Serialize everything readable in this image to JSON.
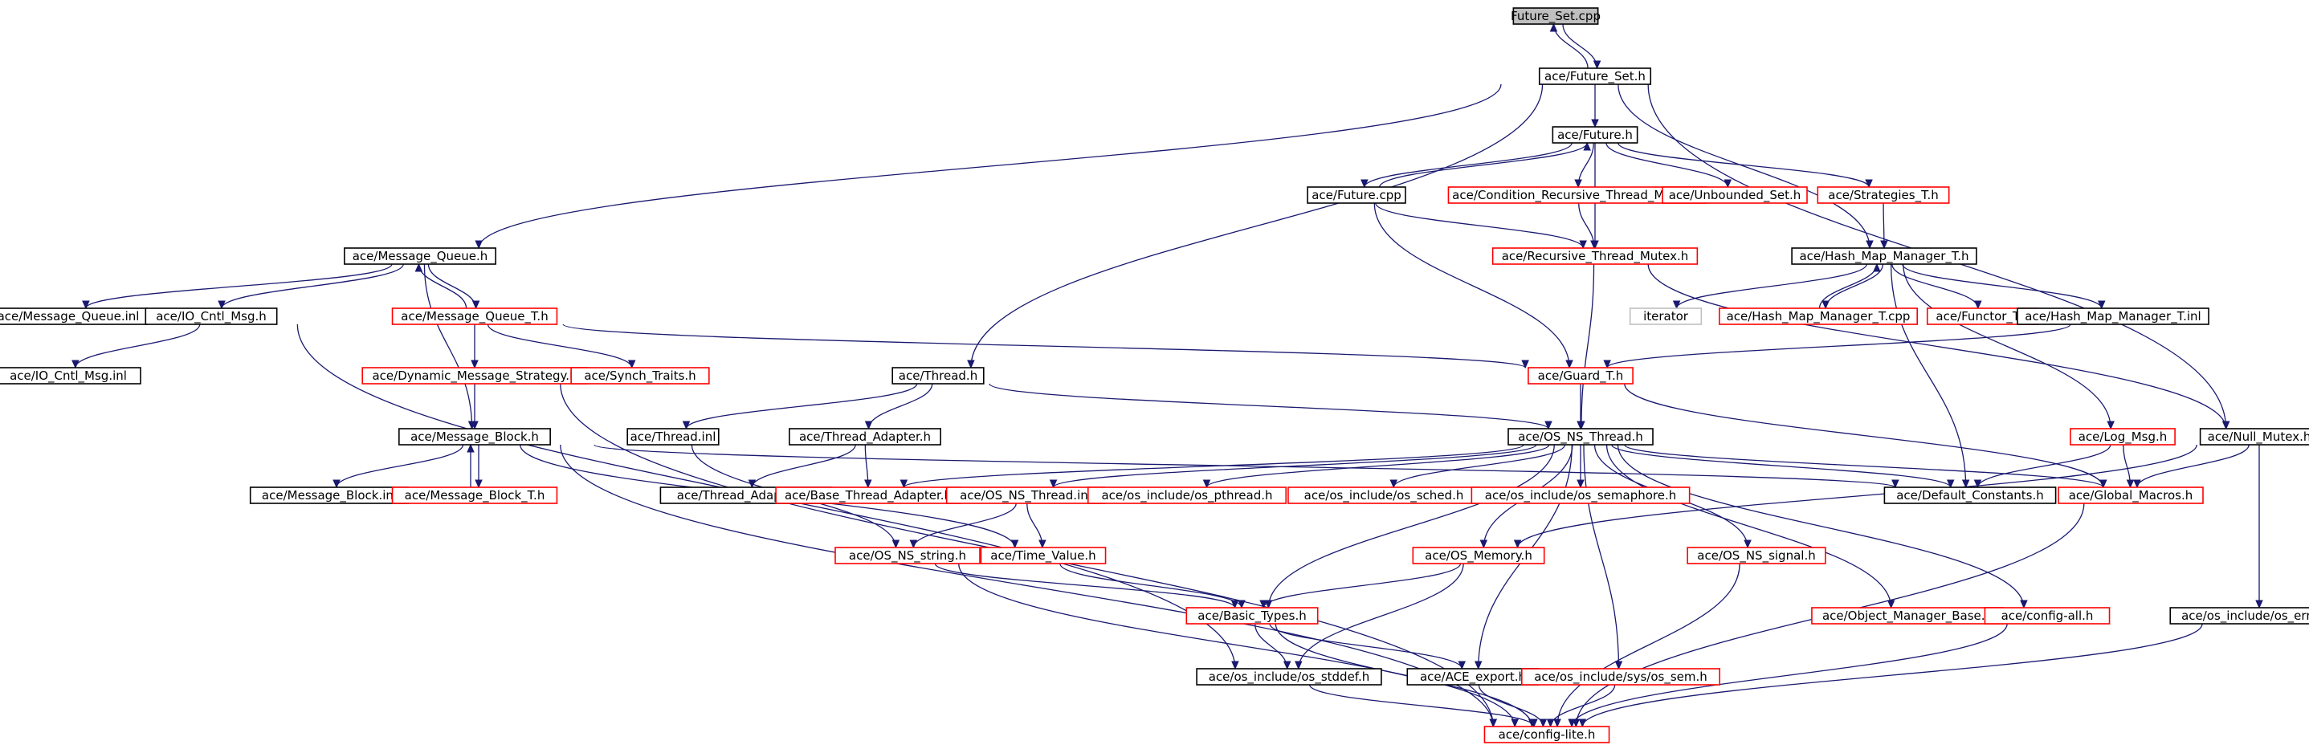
{
  "diagram": {
    "colors": {
      "edge": "#191970",
      "box_default": "#000000",
      "box_external": "#ff0000",
      "box_missing": "#bfbfbf",
      "root_fill": "#bfbfbf"
    },
    "nodes": [
      {
        "id": "future_set_cpp",
        "label": "Future_Set.cpp",
        "kind": "root"
      },
      {
        "id": "future_set_h",
        "label": "ace/Future_Set.h",
        "kind": "default"
      },
      {
        "id": "future_h",
        "label": "ace/Future.h",
        "kind": "default"
      },
      {
        "id": "future_cpp",
        "label": "ace/Future.cpp",
        "kind": "default"
      },
      {
        "id": "cond_rec_mutex",
        "label": "ace/Condition_Recursive_Thread_Mutex.h",
        "kind": "external"
      },
      {
        "id": "unbounded_set",
        "label": "ace/Unbounded_Set.h",
        "kind": "external"
      },
      {
        "id": "strategies_t",
        "label": "ace/Strategies_T.h",
        "kind": "external"
      },
      {
        "id": "rec_thread_mutex",
        "label": "ace/Recursive_Thread_Mutex.h",
        "kind": "external"
      },
      {
        "id": "hash_map_mgr",
        "label": "ace/Hash_Map_Manager_T.h",
        "kind": "default"
      },
      {
        "id": "iterator",
        "label": "iterator",
        "kind": "missing"
      },
      {
        "id": "hash_map_mgr_cpp",
        "label": "ace/Hash_Map_Manager_T.cpp",
        "kind": "external"
      },
      {
        "id": "functor_t",
        "label": "ace/Functor_T.h",
        "kind": "external"
      },
      {
        "id": "hash_map_mgr_inl",
        "label": "ace/Hash_Map_Manager_T.inl",
        "kind": "default"
      },
      {
        "id": "message_queue_h",
        "label": "ace/Message_Queue.h",
        "kind": "default"
      },
      {
        "id": "message_queue_inl",
        "label": "ace/Message_Queue.inl",
        "kind": "default"
      },
      {
        "id": "io_cntl_msg_h",
        "label": "ace/IO_Cntl_Msg.h",
        "kind": "default"
      },
      {
        "id": "message_queue_t",
        "label": "ace/Message_Queue_T.h",
        "kind": "external"
      },
      {
        "id": "io_cntl_msg_inl",
        "label": "ace/IO_Cntl_Msg.inl",
        "kind": "default"
      },
      {
        "id": "dyn_msg_strategy",
        "label": "ace/Dynamic_Message_Strategy.h",
        "kind": "external"
      },
      {
        "id": "synch_traits",
        "label": "ace/Synch_Traits.h",
        "kind": "external"
      },
      {
        "id": "guard_t",
        "label": "ace/Guard_T.h",
        "kind": "external"
      },
      {
        "id": "thread_h",
        "label": "ace/Thread.h",
        "kind": "default"
      },
      {
        "id": "thread_inl",
        "label": "ace/Thread.inl",
        "kind": "default"
      },
      {
        "id": "thread_adapter_h",
        "label": "ace/Thread_Adapter.h",
        "kind": "default"
      },
      {
        "id": "os_ns_thread_h",
        "label": "ace/OS_NS_Thread.h",
        "kind": "default"
      },
      {
        "id": "message_block_h",
        "label": "ace/Message_Block.h",
        "kind": "default"
      },
      {
        "id": "message_block_inl",
        "label": "ace/Message_Block.inl",
        "kind": "default"
      },
      {
        "id": "message_block_t",
        "label": "ace/Message_Block_T.h",
        "kind": "external"
      },
      {
        "id": "thread_adapter_inl",
        "label": "ace/Thread_Adapter.inl",
        "kind": "default"
      },
      {
        "id": "base_thread_adapter",
        "label": "ace/Base_Thread_Adapter.h",
        "kind": "external"
      },
      {
        "id": "os_ns_thread_inl",
        "label": "ace/OS_NS_Thread.inl",
        "kind": "external"
      },
      {
        "id": "os_pthread",
        "label": "ace/os_include/os_pthread.h",
        "kind": "external"
      },
      {
        "id": "os_sched",
        "label": "ace/os_include/os_sched.h",
        "kind": "external"
      },
      {
        "id": "os_semaphore",
        "label": "ace/os_include/os_semaphore.h",
        "kind": "external"
      },
      {
        "id": "default_constants",
        "label": "ace/Default_Constants.h",
        "kind": "default"
      },
      {
        "id": "global_macros",
        "label": "ace/Global_Macros.h",
        "kind": "external"
      },
      {
        "id": "log_msg",
        "label": "ace/Log_Msg.h",
        "kind": "external"
      },
      {
        "id": "null_mutex",
        "label": "ace/Null_Mutex.h",
        "kind": "default"
      },
      {
        "id": "os_ns_string",
        "label": "ace/OS_NS_string.h",
        "kind": "external"
      },
      {
        "id": "time_value",
        "label": "ace/Time_Value.h",
        "kind": "external"
      },
      {
        "id": "os_memory",
        "label": "ace/OS_Memory.h",
        "kind": "external"
      },
      {
        "id": "os_ns_signal",
        "label": "ace/OS_NS_signal.h",
        "kind": "external"
      },
      {
        "id": "basic_types",
        "label": "ace/Basic_Types.h",
        "kind": "external"
      },
      {
        "id": "object_manager_base",
        "label": "ace/Object_Manager_Base.h",
        "kind": "external"
      },
      {
        "id": "config_all",
        "label": "ace/config-all.h",
        "kind": "external"
      },
      {
        "id": "os_errno",
        "label": "ace/os_include/os_errno.h",
        "kind": "default"
      },
      {
        "id": "os_stddef",
        "label": "ace/os_include/os_stddef.h",
        "kind": "default"
      },
      {
        "id": "ace_export",
        "label": "ace/ACE_export.h",
        "kind": "default"
      },
      {
        "id": "sys_os_sem",
        "label": "ace/os_include/sys/os_sem.h",
        "kind": "external"
      },
      {
        "id": "config_lite",
        "label": "ace/config-lite.h",
        "kind": "external"
      }
    ],
    "edges": [
      [
        "future_set_cpp",
        "future_set_h"
      ],
      [
        "future_set_h",
        "future_set_cpp"
      ],
      [
        "future_set_h",
        "future_h"
      ],
      [
        "future_set_h",
        "message_queue_h"
      ],
      [
        "future_set_h",
        "thread_h"
      ],
      [
        "future_set_h",
        "hash_map_mgr"
      ],
      [
        "future_set_h",
        "null_mutex"
      ],
      [
        "future_h",
        "future_cpp"
      ],
      [
        "future_cpp",
        "future_h"
      ],
      [
        "future_h",
        "cond_rec_mutex"
      ],
      [
        "future_h",
        "unbounded_set"
      ],
      [
        "future_h",
        "strategies_t"
      ],
      [
        "future_h",
        "rec_thread_mutex"
      ],
      [
        "future_cpp",
        "rec_thread_mutex"
      ],
      [
        "future_cpp",
        "guard_t"
      ],
      [
        "cond_rec_mutex",
        "rec_thread_mutex"
      ],
      [
        "strategies_t",
        "hash_map_mgr"
      ],
      [
        "rec_thread_mutex",
        "os_ns_thread_h"
      ],
      [
        "rec_thread_mutex",
        "null_mutex"
      ],
      [
        "hash_map_mgr",
        "iterator"
      ],
      [
        "hash_map_mgr",
        "hash_map_mgr_cpp"
      ],
      [
        "hash_map_mgr_cpp",
        "hash_map_mgr"
      ],
      [
        "hash_map_mgr",
        "functor_t"
      ],
      [
        "hash_map_mgr",
        "hash_map_mgr_inl"
      ],
      [
        "hash_map_mgr",
        "log_msg"
      ],
      [
        "hash_map_mgr",
        "default_constants"
      ],
      [
        "hash_map_mgr_inl",
        "guard_t"
      ],
      [
        "message_queue_h",
        "message_queue_inl"
      ],
      [
        "message_queue_h",
        "io_cntl_msg_h"
      ],
      [
        "message_queue_h",
        "message_queue_t"
      ],
      [
        "message_queue_t",
        "message_queue_h"
      ],
      [
        "message_queue_h",
        "message_block_h"
      ],
      [
        "io_cntl_msg_h",
        "io_cntl_msg_inl"
      ],
      [
        "io_cntl_msg_h",
        "os_stddef"
      ],
      [
        "message_queue_t",
        "dyn_msg_strategy"
      ],
      [
        "message_queue_t",
        "synch_traits"
      ],
      [
        "message_queue_t",
        "guard_t"
      ],
      [
        "dyn_msg_strategy",
        "message_block_h"
      ],
      [
        "dyn_msg_strategy",
        "config_lite"
      ],
      [
        "guard_t",
        "os_ns_thread_h"
      ],
      [
        "guard_t",
        "global_macros"
      ],
      [
        "thread_h",
        "thread_inl"
      ],
      [
        "thread_h",
        "thread_adapter_h"
      ],
      [
        "thread_h",
        "os_ns_thread_h"
      ],
      [
        "thread_inl",
        "os_ns_string"
      ],
      [
        "thread_adapter_h",
        "thread_adapter_inl"
      ],
      [
        "thread_adapter_h",
        "base_thread_adapter"
      ],
      [
        "message_block_h",
        "message_block_inl"
      ],
      [
        "message_block_h",
        "message_block_t"
      ],
      [
        "message_block_t",
        "message_block_h"
      ],
      [
        "message_block_h",
        "time_value"
      ],
      [
        "message_block_h",
        "default_constants"
      ],
      [
        "message_block_h",
        "config_lite"
      ],
      [
        "os_ns_thread_h",
        "base_thread_adapter"
      ],
      [
        "os_ns_thread_h",
        "os_ns_thread_inl"
      ],
      [
        "os_ns_thread_h",
        "os_pthread"
      ],
      [
        "os_ns_thread_h",
        "os_sched"
      ],
      [
        "os_ns_thread_h",
        "os_semaphore"
      ],
      [
        "os_ns_thread_h",
        "default_constants"
      ],
      [
        "os_ns_thread_h",
        "global_macros"
      ],
      [
        "os_ns_thread_h",
        "os_memory"
      ],
      [
        "os_ns_thread_h",
        "os_ns_signal"
      ],
      [
        "os_ns_thread_h",
        "basic_types"
      ],
      [
        "os_ns_thread_h",
        "object_manager_base"
      ],
      [
        "os_ns_thread_h",
        "config_all"
      ],
      [
        "os_ns_thread_h",
        "ace_export"
      ],
      [
        "os_ns_thread_h",
        "sys_os_sem"
      ],
      [
        "os_ns_thread_inl",
        "os_ns_string"
      ],
      [
        "os_ns_thread_inl",
        "time_value"
      ],
      [
        "os_ns_string",
        "basic_types"
      ],
      [
        "os_ns_string",
        "config_lite"
      ],
      [
        "time_value",
        "basic_types"
      ],
      [
        "log_msg",
        "default_constants"
      ],
      [
        "log_msg",
        "global_macros"
      ],
      [
        "null_mutex",
        "global_macros"
      ],
      [
        "null_mutex",
        "os_memory"
      ],
      [
        "null_mutex",
        "os_errno"
      ],
      [
        "global_macros",
        "config_lite"
      ],
      [
        "os_memory",
        "basic_types"
      ],
      [
        "os_memory",
        "os_stddef"
      ],
      [
        "os_ns_signal",
        "config_lite"
      ],
      [
        "basic_types",
        "os_stddef"
      ],
      [
        "basic_types",
        "ace_export"
      ],
      [
        "basic_types",
        "config_lite"
      ],
      [
        "config_all",
        "config_lite"
      ],
      [
        "os_errno",
        "config_lite"
      ],
      [
        "os_stddef",
        "config_lite"
      ],
      [
        "ace_export",
        "config_lite"
      ],
      [
        "sys_os_sem",
        "config_lite"
      ]
    ]
  }
}
